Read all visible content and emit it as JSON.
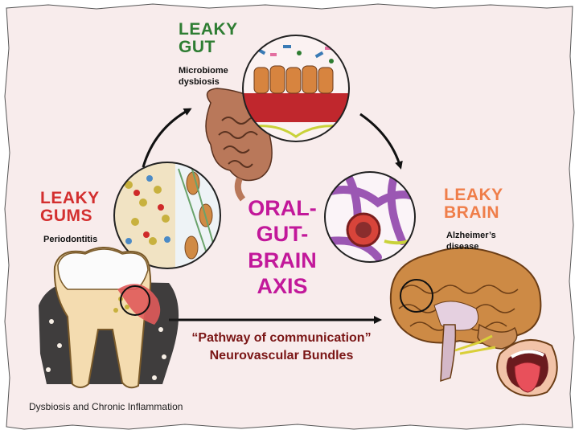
{
  "diagram": {
    "center_label": [
      "ORAL-",
      "GUT-",
      "BRAIN",
      "AXIS"
    ],
    "nodes": {
      "gut": {
        "title": [
          "LEAKY",
          "GUT"
        ],
        "subtitle": [
          "Microbiome",
          "dysbiosis"
        ],
        "color": "#2e7d32"
      },
      "gums": {
        "title": [
          "LEAKY",
          "GUMS"
        ],
        "subtitle": "Periodontitis",
        "color": "#d32f2f"
      },
      "brain": {
        "title": [
          "LEAKY",
          "BRAIN"
        ],
        "subtitle": [
          "Alzheimer’s",
          "disease"
        ],
        "color": "#ef7e4a"
      }
    },
    "pathway": [
      "“Pathway of communication”",
      "Neurovascular Bundles"
    ],
    "footer": "Dysbiosis and Chronic Inflammation",
    "colors": {
      "background": "#f8ecec",
      "axis_label": "#c2189a",
      "pathway_text": "#7a1515",
      "arrow": "#111111"
    },
    "icons": [
      "intestine-illustration",
      "tooth-illustration",
      "brain-illustration",
      "mouth-illustration",
      "cell-magnifier-icon"
    ]
  }
}
